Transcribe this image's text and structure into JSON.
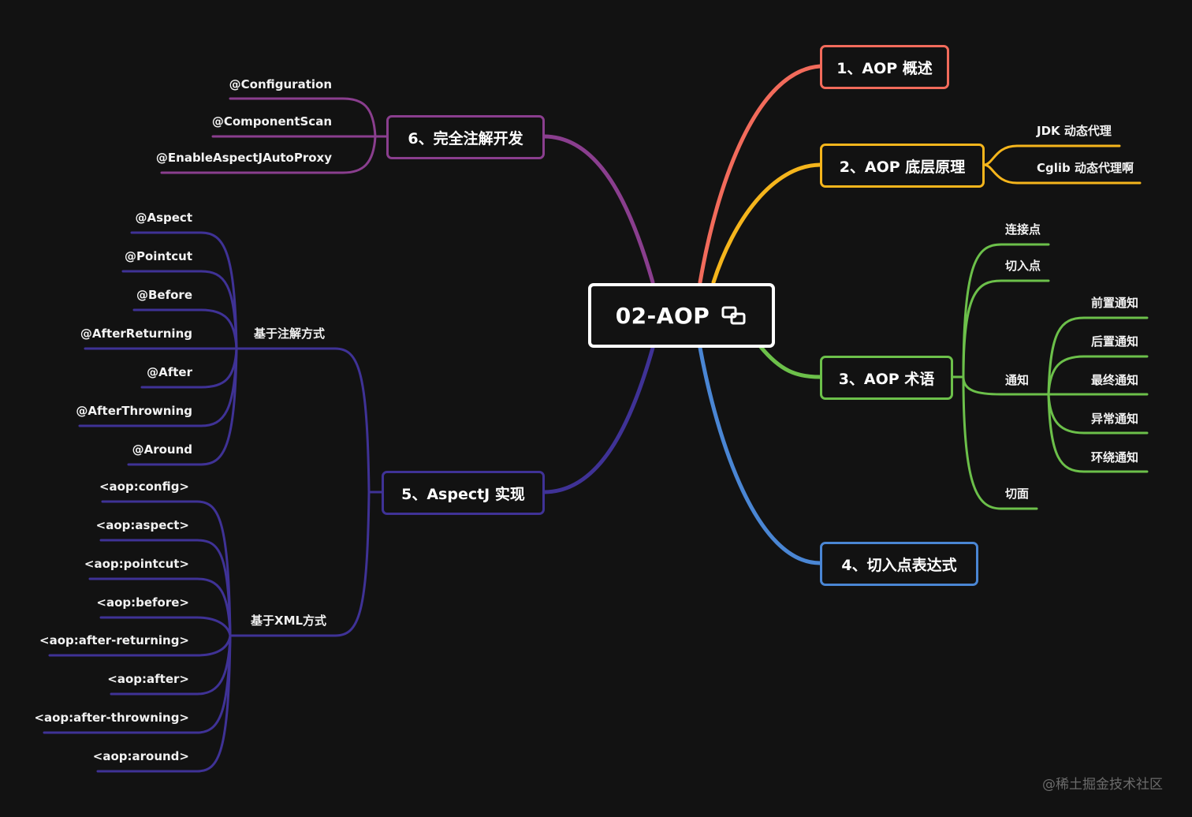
{
  "root": {
    "title": "02-AOP",
    "icon": "copy-link-icon"
  },
  "branches": {
    "b1": {
      "label": "1、AOP 概述",
      "color": "#f26b5b"
    },
    "b2": {
      "label": "2、AOP 底层原理",
      "color": "#f5b51c",
      "children": [
        "JDK 动态代理",
        "Cglib 动态代理啊"
      ]
    },
    "b3": {
      "label": "3、AOP 术语",
      "color": "#6cc04a",
      "children": [
        "连接点",
        "切入点",
        "通知",
        "切面"
      ],
      "notice_children": [
        "前置通知",
        "后置通知",
        "最终通知",
        "异常通知",
        "环绕通知"
      ]
    },
    "b4": {
      "label": "4、切入点表达式",
      "color": "#4a86d4"
    },
    "b5": {
      "label": "5、AspectJ 实现",
      "color": "#3f3296",
      "groups": [
        {
          "label": "基于注解方式",
          "children": [
            "@Aspect",
            "@Pointcut",
            "@Before",
            "@AfterReturning",
            "@After",
            "@AfterThrowning",
            "@Around"
          ]
        },
        {
          "label": "基于XML方式",
          "children": [
            "<aop:config>",
            "<aop:aspect>",
            "<aop:pointcut>",
            "<aop:before>",
            "<aop:after-returning>",
            "<aop:after>",
            "<aop:after-throwning>",
            "<aop:around>"
          ]
        }
      ]
    },
    "b6": {
      "label": "6、完全注解开发",
      "color": "#8a3e8e",
      "children": [
        "@Configuration",
        "@ComponentScan",
        "@EnableAspectJAutoProxy"
      ]
    }
  },
  "watermark": "@稀土掘金技术社区"
}
